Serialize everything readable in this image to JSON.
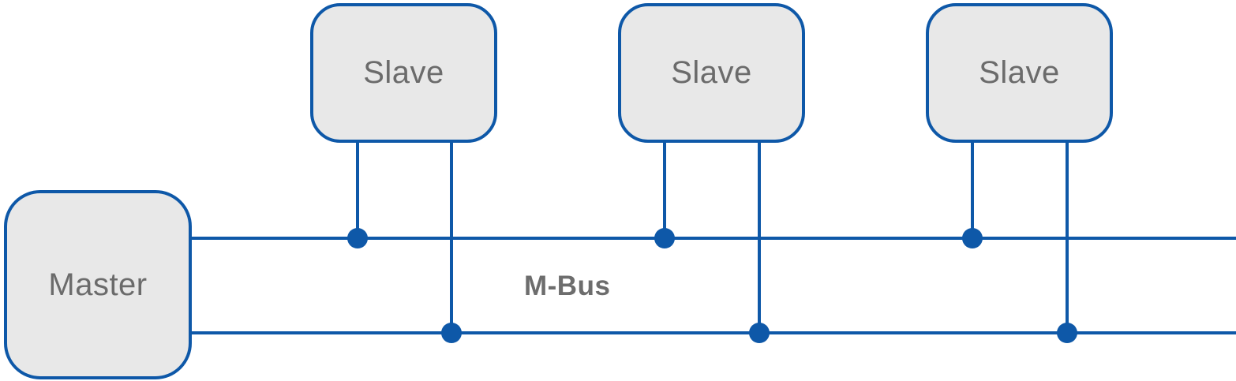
{
  "diagram": {
    "master": {
      "label": "Master"
    },
    "slaves": [
      {
        "label": "Slave"
      },
      {
        "label": "Slave"
      },
      {
        "label": "Slave"
      }
    ],
    "bus": {
      "label": "M-Bus"
    },
    "colors": {
      "wire_blue": "#0e58a8",
      "node_border_blue": "#0e58a8",
      "node_fill_gray": "#e8e8e8",
      "label_gray": "#6b6b6b",
      "background": "#ffffff"
    }
  }
}
